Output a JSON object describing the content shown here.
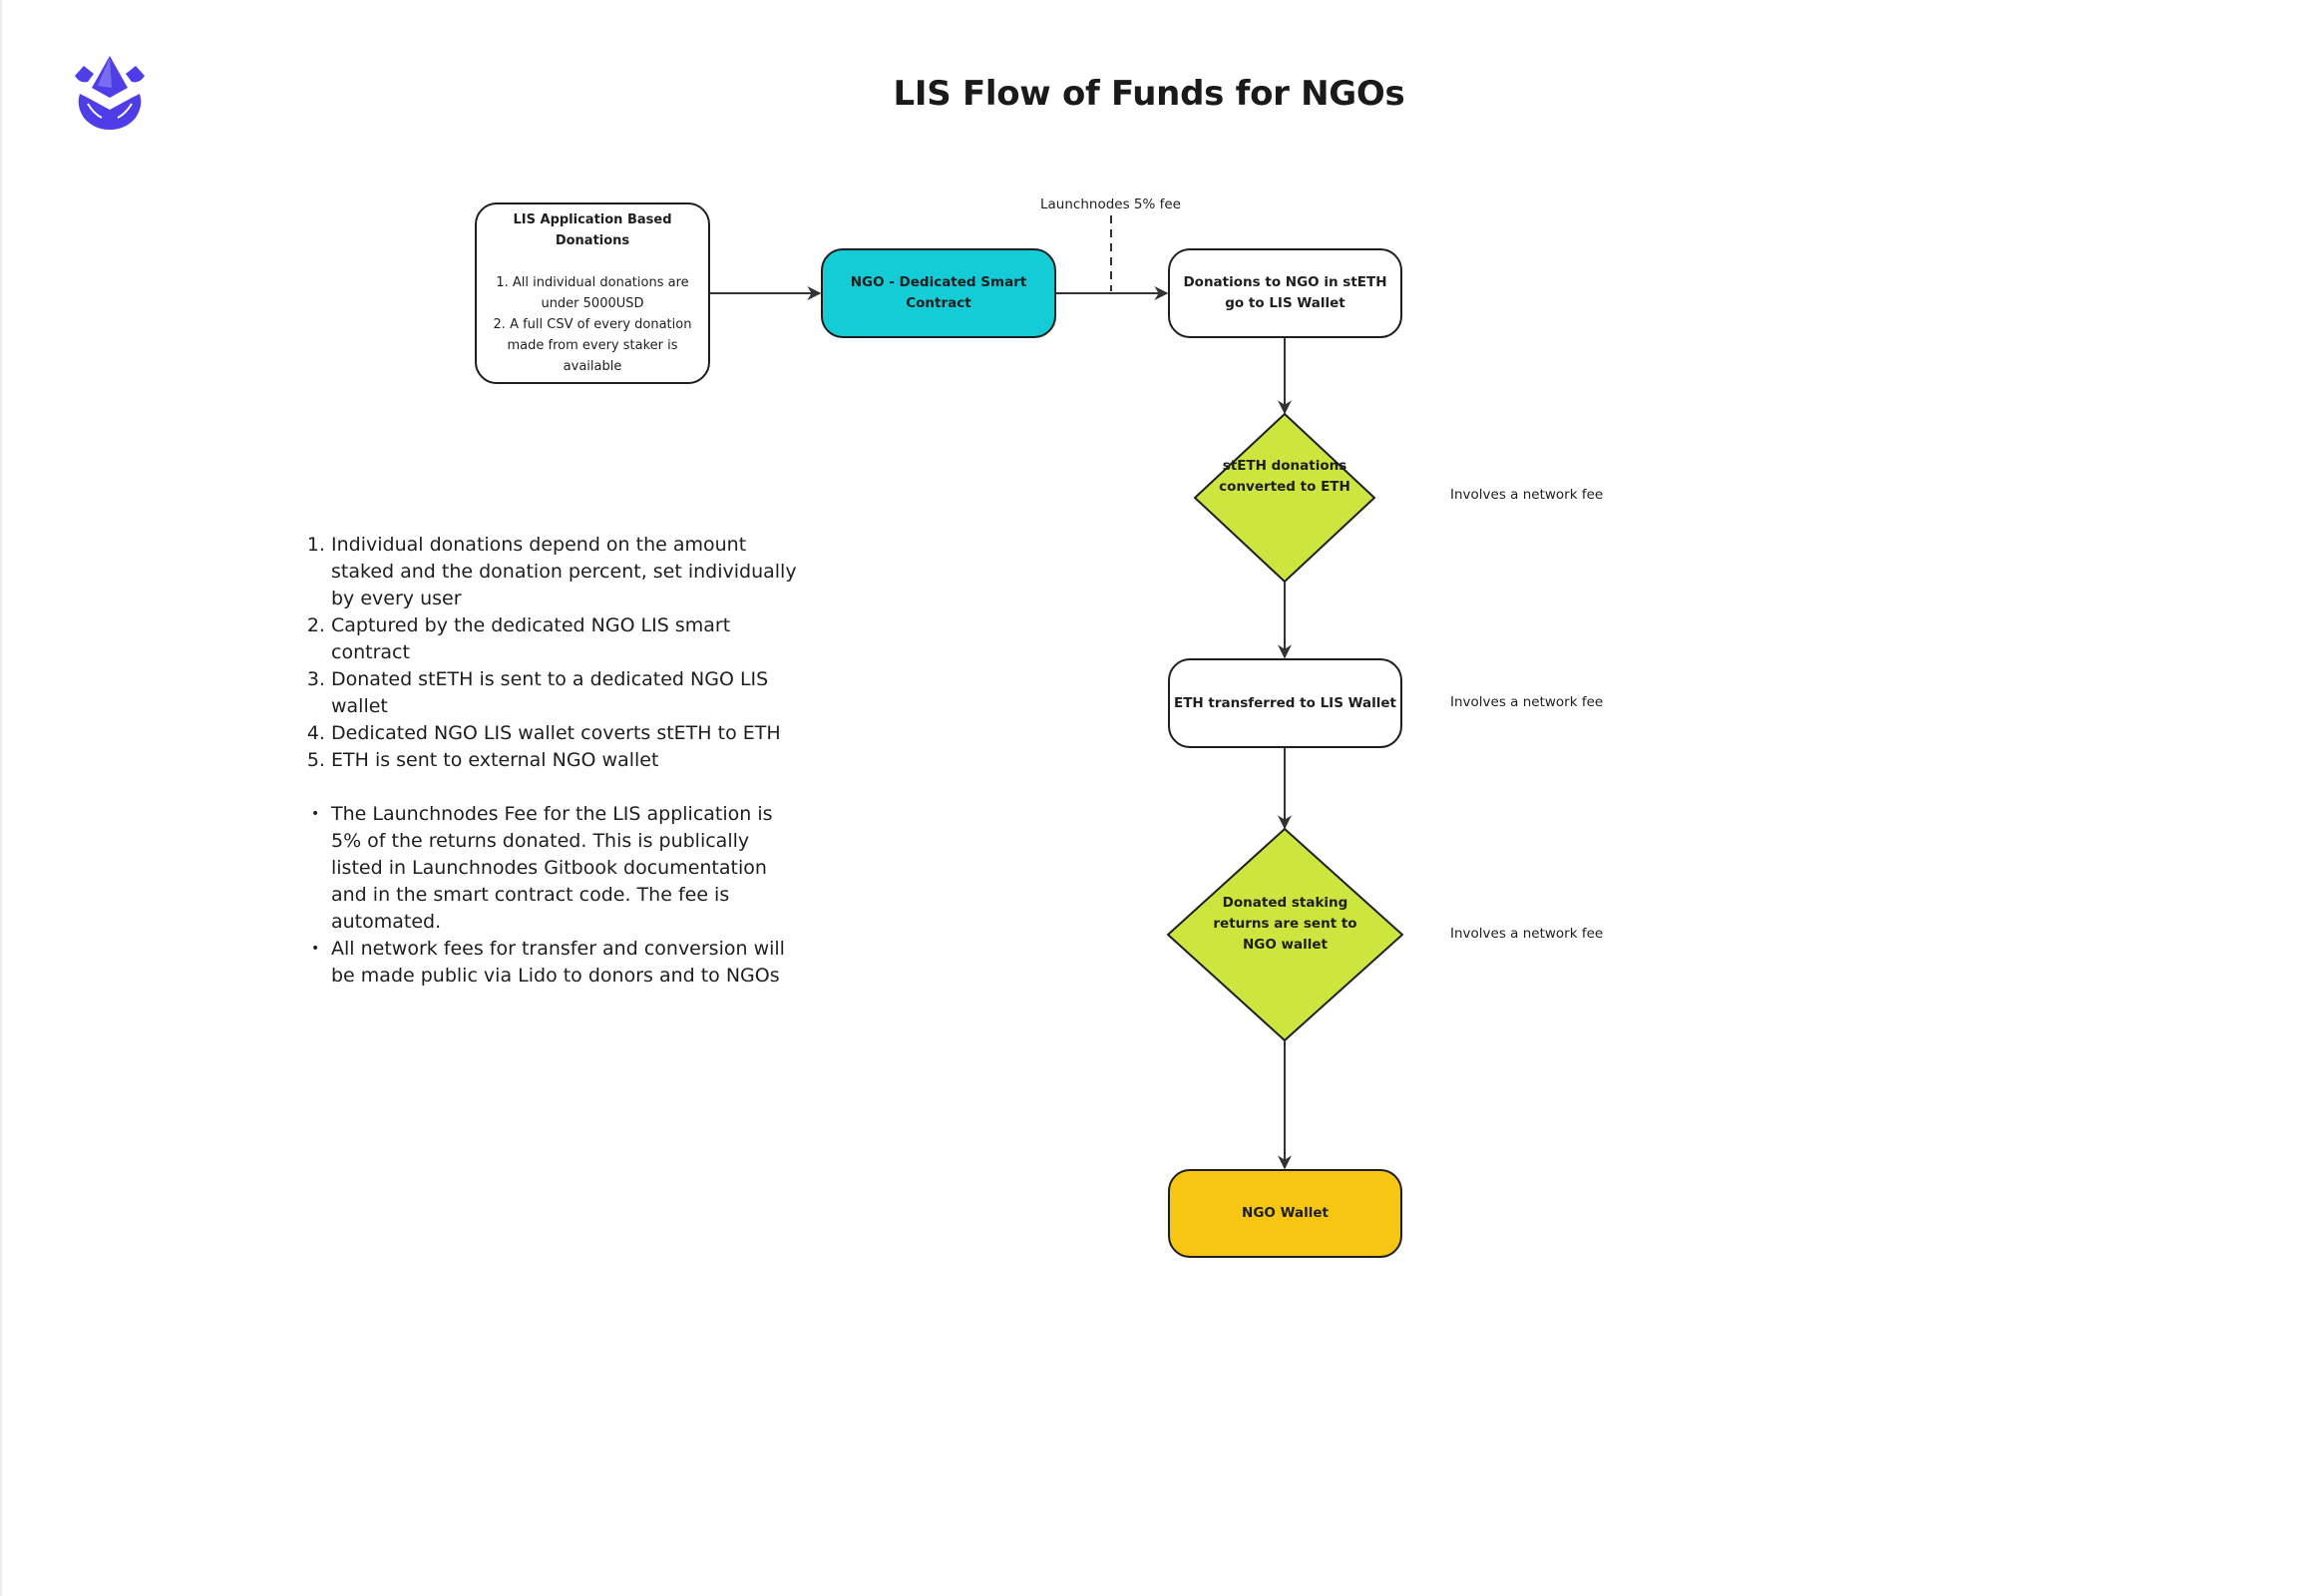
{
  "title": "LIS Flow of Funds for NGOs",
  "logo": {
    "icon": "ethereum-hands-logo-icon",
    "color": "#4f3ee8"
  },
  "nodes": {
    "app_donations": {
      "title": "LIS Application Based Donations",
      "lines": [
        "1. All individual donations are under 5000USD",
        "2. A full CSV of every donation made from every staker is available"
      ]
    },
    "smart_contract": {
      "label": "NGO - Dedicated Smart Contract",
      "color": "#14ccd6"
    },
    "lis_wallet_steth": {
      "label": "Donations to NGO in stETH go to LIS Wallet"
    },
    "convert_diamond": {
      "label": "stETH donations converted to ETH",
      "color": "#cde53f"
    },
    "eth_transfer": {
      "label": "ETH transferred to LIS Wallet"
    },
    "send_diamond": {
      "label": "Donated staking returns are sent to NGO wallet",
      "color": "#cde53f"
    },
    "ngo_wallet": {
      "label": "NGO Wallet",
      "color": "#f7c613"
    }
  },
  "annotations": {
    "launchnodes_fee": "Launchnodes 5% fee",
    "network_fee_1": "Involves a network fee",
    "network_fee_2": "Involves a network fee",
    "network_fee_3": "Involves a network fee"
  },
  "notes": {
    "steps": [
      "Individual donations depend on the amount staked and the donation percent, set individually by every user",
      "Captured by the dedicated NGO LIS smart contract",
      "Donated stETH is sent to a dedicated NGO LIS wallet",
      "Dedicated NGO LIS wallet coverts stETH to ETH",
      "ETH is sent to external NGO wallet"
    ],
    "bullets": [
      "The Launchnodes Fee for the LIS application is 5% of the returns donated. This is publically listed in Launchnodes Gitbook documentation and in the smart contract code. The fee is automated.",
      "All network fees for transfer and conversion will be made public via Lido to donors and to NGOs"
    ]
  }
}
